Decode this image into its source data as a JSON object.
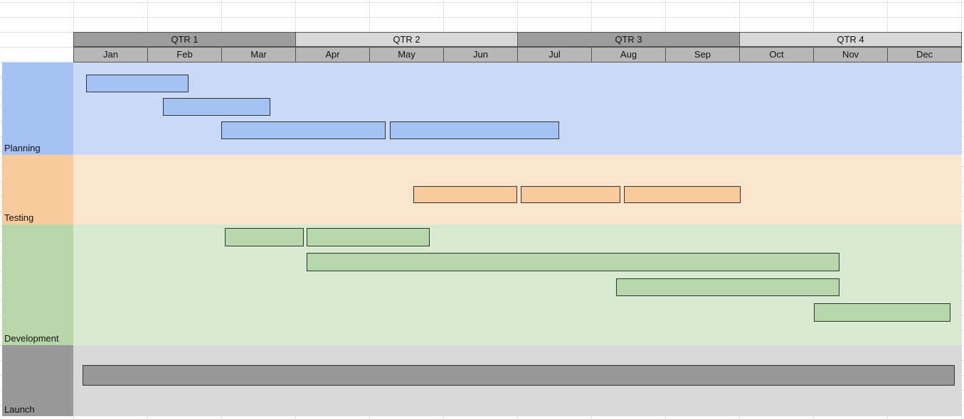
{
  "colors": {
    "planning_label": "#a4c2f4",
    "planning_band": "#c9daf8",
    "planning_bar": "#a4c2f4",
    "testing_label": "#f9cb9c",
    "testing_band": "#fce5cd",
    "testing_bar": "#f9cb9c",
    "development_label": "#b6d7a8",
    "development_band": "#d9ead3",
    "development_bar": "#b6d7a8",
    "launch_label": "#999999",
    "launch_band": "#d9d9d9",
    "launch_bar": "#999999"
  },
  "quarters": [
    "QTR 1",
    "QTR 2",
    "QTR 3",
    "QTR 4"
  ],
  "months": [
    "Jan",
    "Feb",
    "Mar",
    "Apr",
    "May",
    "Jun",
    "Jul",
    "Aug",
    "Sep",
    "Oct",
    "Nov",
    "Dec"
  ],
  "phases": {
    "planning": "Planning",
    "testing": "Testing",
    "development": "Development",
    "launch": "Launch"
  }
}
